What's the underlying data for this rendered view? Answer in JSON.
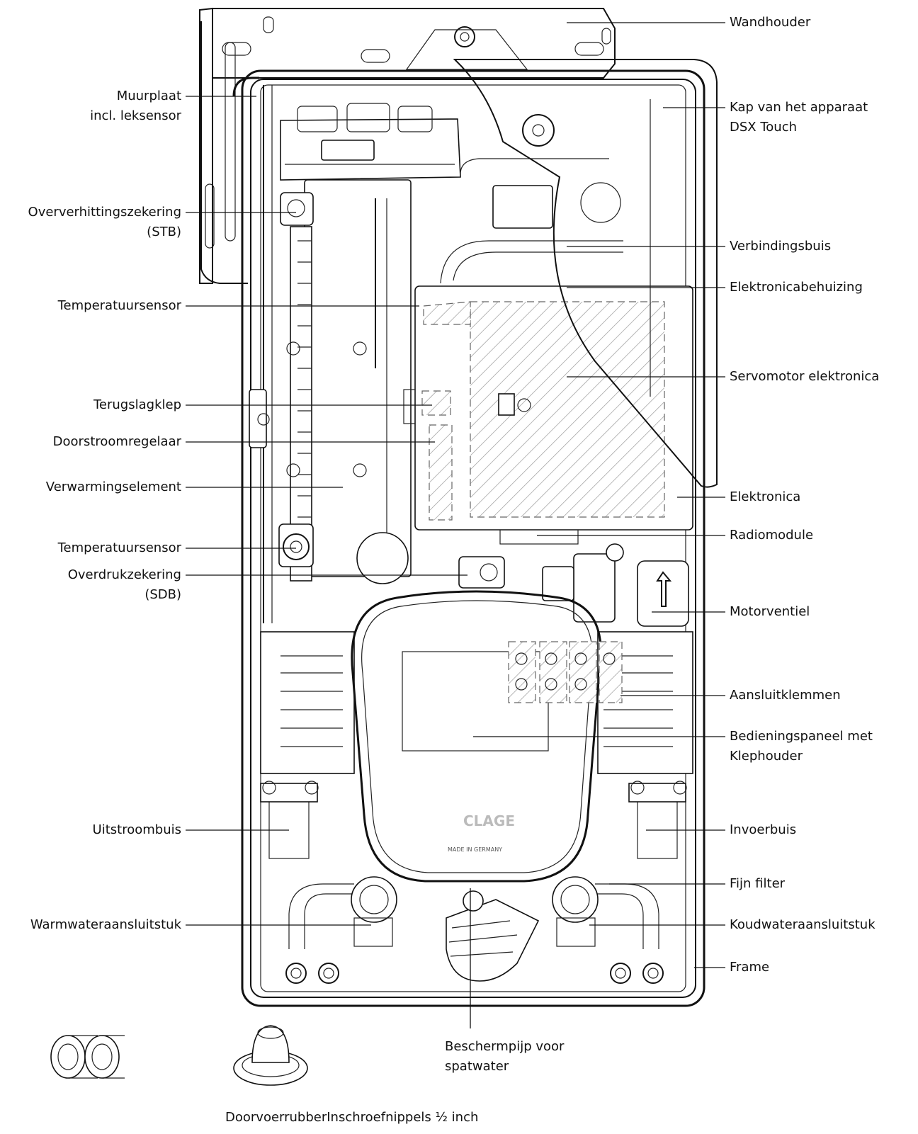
{
  "labels_left": [
    {
      "id": "muurplaat",
      "lines": [
        "Muurplaat",
        "incl. leksensor"
      ]
    },
    {
      "id": "oververhitting",
      "lines": [
        "Oververhittingszekering",
        "(STB)"
      ]
    },
    {
      "id": "temp1",
      "lines": [
        "Temperatuursensor"
      ]
    },
    {
      "id": "terugslag",
      "lines": [
        "Terugslagklep"
      ]
    },
    {
      "id": "doorstroom",
      "lines": [
        "Doorstroomregelaar"
      ]
    },
    {
      "id": "verwarming",
      "lines": [
        "Verwarmingselement"
      ]
    },
    {
      "id": "temp2",
      "lines": [
        "Temperatuursensor"
      ]
    },
    {
      "id": "overdruk",
      "lines": [
        "Overdrukzekering",
        "(SDB)"
      ]
    },
    {
      "id": "uitstroom",
      "lines": [
        "Uitstroombuis"
      ]
    },
    {
      "id": "warmwater",
      "lines": [
        "Warmwateraansluitstuk"
      ]
    }
  ],
  "labels_right": [
    {
      "id": "wandhouder",
      "lines": [
        "Wandhouder"
      ]
    },
    {
      "id": "kap",
      "lines": [
        "Kap van het apparaat",
        "DSX Touch"
      ]
    },
    {
      "id": "verbinding",
      "lines": [
        "Verbindingsbuis"
      ]
    },
    {
      "id": "elektronicabehuizing",
      "lines": [
        "Elektronicabehuizing"
      ]
    },
    {
      "id": "servomotor",
      "lines": [
        "Servomotor elektronica"
      ]
    },
    {
      "id": "elektronica",
      "lines": [
        "Elektronica"
      ]
    },
    {
      "id": "radiomodule",
      "lines": [
        "Radiomodule"
      ]
    },
    {
      "id": "motorventiel",
      "lines": [
        "Motorventiel"
      ]
    },
    {
      "id": "aansluitklemmen",
      "lines": [
        "Aansluitklemmen"
      ]
    },
    {
      "id": "bedieningspaneel",
      "lines": [
        "Bedieningspaneel met",
        "Klephouder"
      ]
    },
    {
      "id": "invoerbuis",
      "lines": [
        "Invoerbuis"
      ]
    },
    {
      "id": "fijnfilter",
      "lines": [
        "Fijn filter"
      ]
    },
    {
      "id": "koudwater",
      "lines": [
        "Koudwateraansluitstuk"
      ]
    },
    {
      "id": "frame",
      "lines": [
        "Frame"
      ]
    }
  ],
  "labels_bottom": [
    {
      "id": "beschermpijp",
      "lines": [
        "Beschermpijp voor",
        "spatwater"
      ]
    },
    {
      "id": "accessories",
      "lines": [
        "DoorvoerrubberInschroefnippels ½ inch"
      ]
    }
  ],
  "device_marks": {
    "brand": "CLAGE",
    "made_in": "MADE IN GERMANY"
  }
}
